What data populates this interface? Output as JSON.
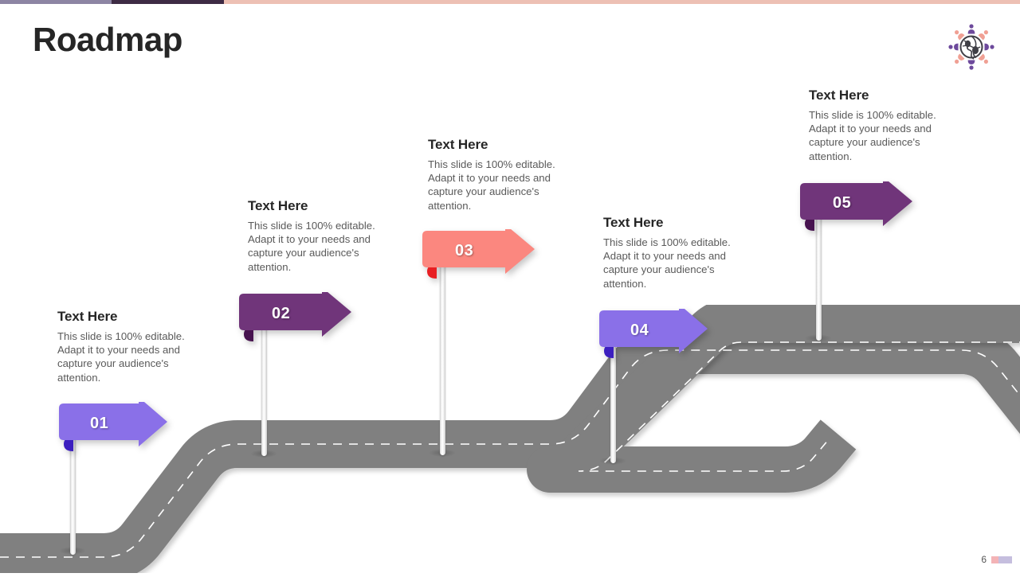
{
  "slide": {
    "title": "Roadmap",
    "page_number": "6",
    "background": "#ffffff"
  },
  "topbar": {
    "segments": [
      {
        "name": "segment-light-purple",
        "color": "#8d85a3"
      },
      {
        "name": "segment-dark-purple",
        "color": "#3e2b44"
      },
      {
        "name": "segment-salmon",
        "color": "#edc0b4"
      }
    ]
  },
  "logo": {
    "name": "globe-people-logo",
    "globe_color": "#3f3f46",
    "person_purple": "#6d4a9c",
    "person_salmon": "#f0a094"
  },
  "road": {
    "surface_color": "#808080",
    "center_line_color": "#ffffff",
    "center_line_dash": "11 9"
  },
  "milestones": [
    {
      "id": "01",
      "number": "01",
      "title": "Text Here",
      "body": "This slide is 100% editable. Adapt it to your needs and capture your audience's attention.",
      "color": "#8a70e8",
      "fold_color": "#3c1fbf"
    },
    {
      "id": "02",
      "number": "02",
      "title": "Text Here",
      "body": "This slide is 100% editable. Adapt it to your needs and capture your audience's attention.",
      "color": "#70357a",
      "fold_color": "#47134f"
    },
    {
      "id": "03",
      "number": "03",
      "title": "Text Here",
      "body": "This slide is 100% editable. Adapt it to your needs and capture your audience's attention.",
      "color": "#fb877f",
      "fold_color": "#e81f23"
    },
    {
      "id": "04",
      "number": "04",
      "title": "Text Here",
      "body": "This slide is 100% editable. Adapt it to your needs and capture your audience's attention.",
      "color": "#8a70e8",
      "fold_color": "#3c1fbf"
    },
    {
      "id": "05",
      "number": "05",
      "title": "Text Here",
      "body": "This slide is 100% editable. Adapt it to your needs and capture your audience's attention.",
      "color": "#70357a",
      "fold_color": "#47134f"
    }
  ]
}
